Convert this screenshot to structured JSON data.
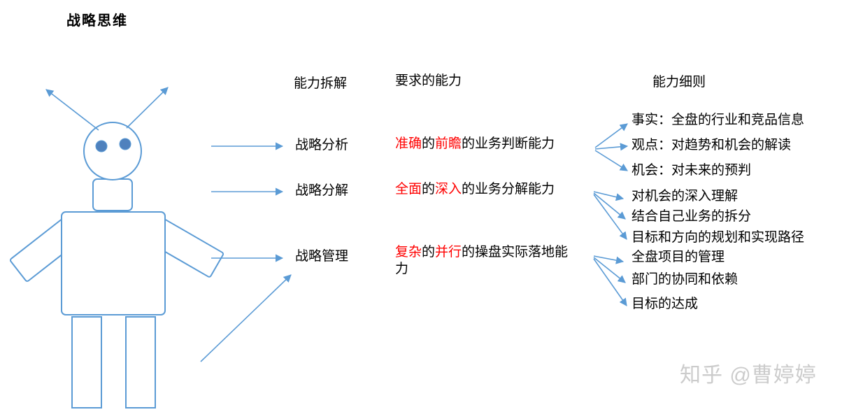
{
  "title": "战略思维",
  "columns": {
    "breakdown_header": "能力拆解",
    "required_header": "要求的能力",
    "detail_header": "能力细则"
  },
  "abilities": [
    {
      "name": "战略分析"
    },
    {
      "name": "战略分解"
    },
    {
      "name": "战略管理"
    }
  ],
  "requirements": [
    {
      "segments": [
        {
          "text": "准确",
          "emphasis": true
        },
        {
          "text": "的",
          "emphasis": false
        },
        {
          "text": "前瞻",
          "emphasis": true
        },
        {
          "text": "的业务判断能力",
          "emphasis": false
        }
      ]
    },
    {
      "segments": [
        {
          "text": "全面",
          "emphasis": true
        },
        {
          "text": "的",
          "emphasis": false
        },
        {
          "text": "深入",
          "emphasis": true
        },
        {
          "text": "的业务分解能力",
          "emphasis": false
        }
      ]
    },
    {
      "segments": [
        {
          "text": "复杂",
          "emphasis": true
        },
        {
          "text": "的",
          "emphasis": false
        },
        {
          "text": "并行",
          "emphasis": true
        },
        {
          "text": "的操盘实际落地能力",
          "emphasis": false
        }
      ]
    }
  ],
  "details": [
    "事实：全盘的行业和竞品信息",
    "观点：对趋势和机会的解读",
    "机会：对未来的预判",
    "对机会的深入理解",
    "结合自己业务的拆分",
    "目标和方向的规划和实现路径",
    "全盘项目的管理",
    "部门的协同和依赖",
    "目标的达成"
  ],
  "watermark": "知乎 @曹婷婷",
  "colors": {
    "accent": "#5b9bd5",
    "eye": "#4f81bd",
    "emphasis": "#ff0000",
    "text": "#000000",
    "watermark": "#cccccc"
  }
}
